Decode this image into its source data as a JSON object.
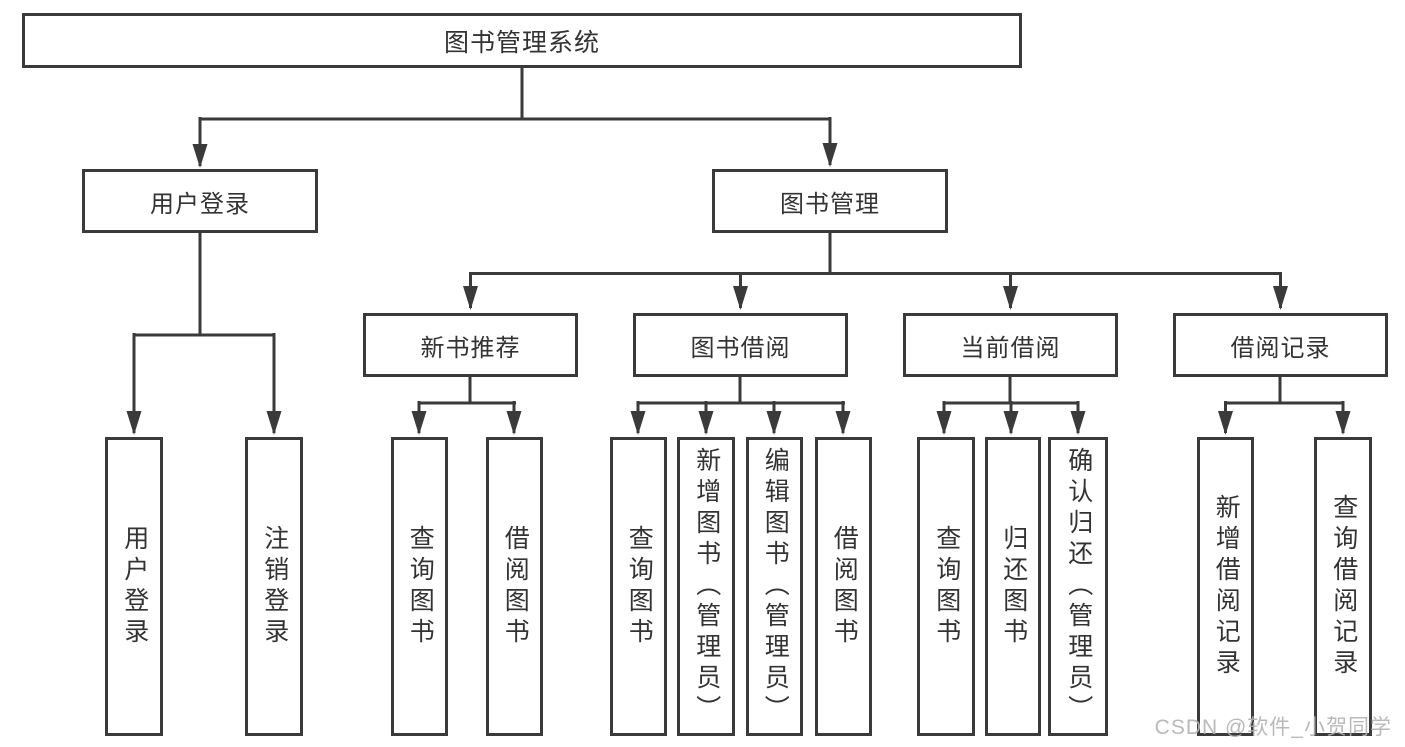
{
  "colors": {
    "line": "#3a3a3a",
    "text": "#333333",
    "bg": "#ffffff",
    "wm": "#b2b2b2"
  },
  "root": {
    "label": "图书管理系统"
  },
  "branches": [
    {
      "label": "用户登录"
    },
    {
      "label": "图书管理"
    }
  ],
  "modules": [
    {
      "label": "新书推荐"
    },
    {
      "label": "图书借阅"
    },
    {
      "label": "当前借阅"
    },
    {
      "label": "借阅记录"
    }
  ],
  "leaves": [
    {
      "label": "用户登录"
    },
    {
      "label": "注销登录"
    },
    {
      "label": "查询图书"
    },
    {
      "label": "借阅图书"
    },
    {
      "label": "查询图书"
    },
    {
      "label": "新增图书（管理员）"
    },
    {
      "label": "编辑图书（管理员）"
    },
    {
      "label": "借阅图书"
    },
    {
      "label": "查询图书"
    },
    {
      "label": "归还图书"
    },
    {
      "label": "确认归还（管理员）"
    },
    {
      "label": "新增借阅记录"
    },
    {
      "label": "查询借阅记录"
    }
  ],
  "watermark": {
    "text": "CSDN @软件_小贺同学"
  }
}
